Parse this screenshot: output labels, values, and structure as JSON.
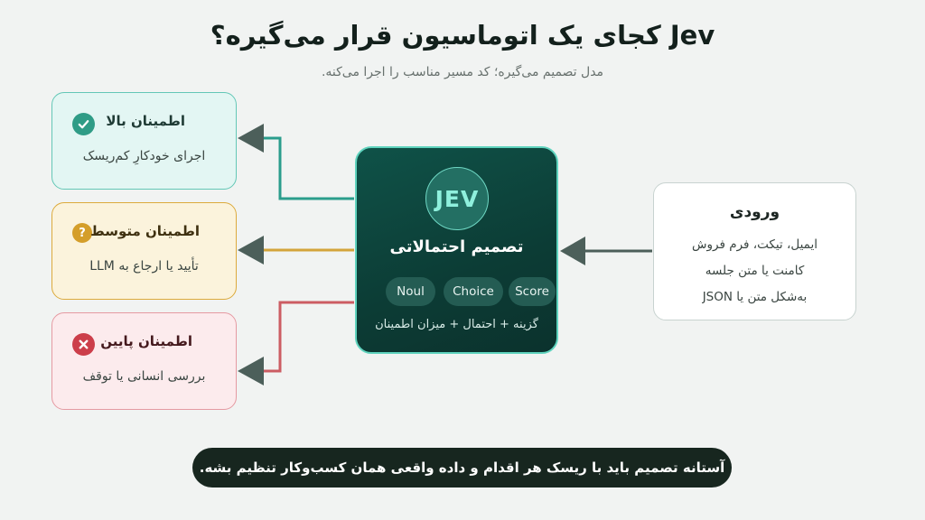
{
  "title": "Jev کجای یک اتوماسیون قرار می‌گیره؟",
  "subtitle": "مدل تصمیم می‌گیره؛ کد مسیر مناسب را اجرا می‌کنه.",
  "outcomes": {
    "high": {
      "heading": "اطمینان بالا",
      "description": "اجرای خودکارِ کم‌ریسک",
      "icon": "check-icon",
      "color": "#2f9c86"
    },
    "medium": {
      "heading": "اطمینان متوسط",
      "description": "تأیید یا ارجاع به LLM",
      "icon": "question-icon",
      "icon_text": "?",
      "color": "#d49e2a"
    },
    "low": {
      "heading": "اطمینان پایین",
      "description": "بررسی انسانی یا توقف",
      "icon": "close-icon",
      "color": "#cc3e4a"
    }
  },
  "decision": {
    "logo_text": "JEV",
    "title": "تصمیم احتمالاتی",
    "chips": [
      "Noul",
      "Choice",
      "Score"
    ],
    "footnote": "گزینه + احتمال + میزان اطمینان"
  },
  "input": {
    "heading": "ورودی",
    "line1": "ایمیل، تیکت، فرم فروش",
    "line2": "کامنت یا متن جلسه",
    "line3": "به‌شکل متن یا JSON"
  },
  "footer": "آستانه تصمیم باید با ریسک هر اقدام و داده واقعی همان کسب‌وکار تنظیم بشه.",
  "colors": {
    "accent": "#5fd3be",
    "decision_bg": "#0c3c35",
    "arrow": "#4c5f5a"
  }
}
